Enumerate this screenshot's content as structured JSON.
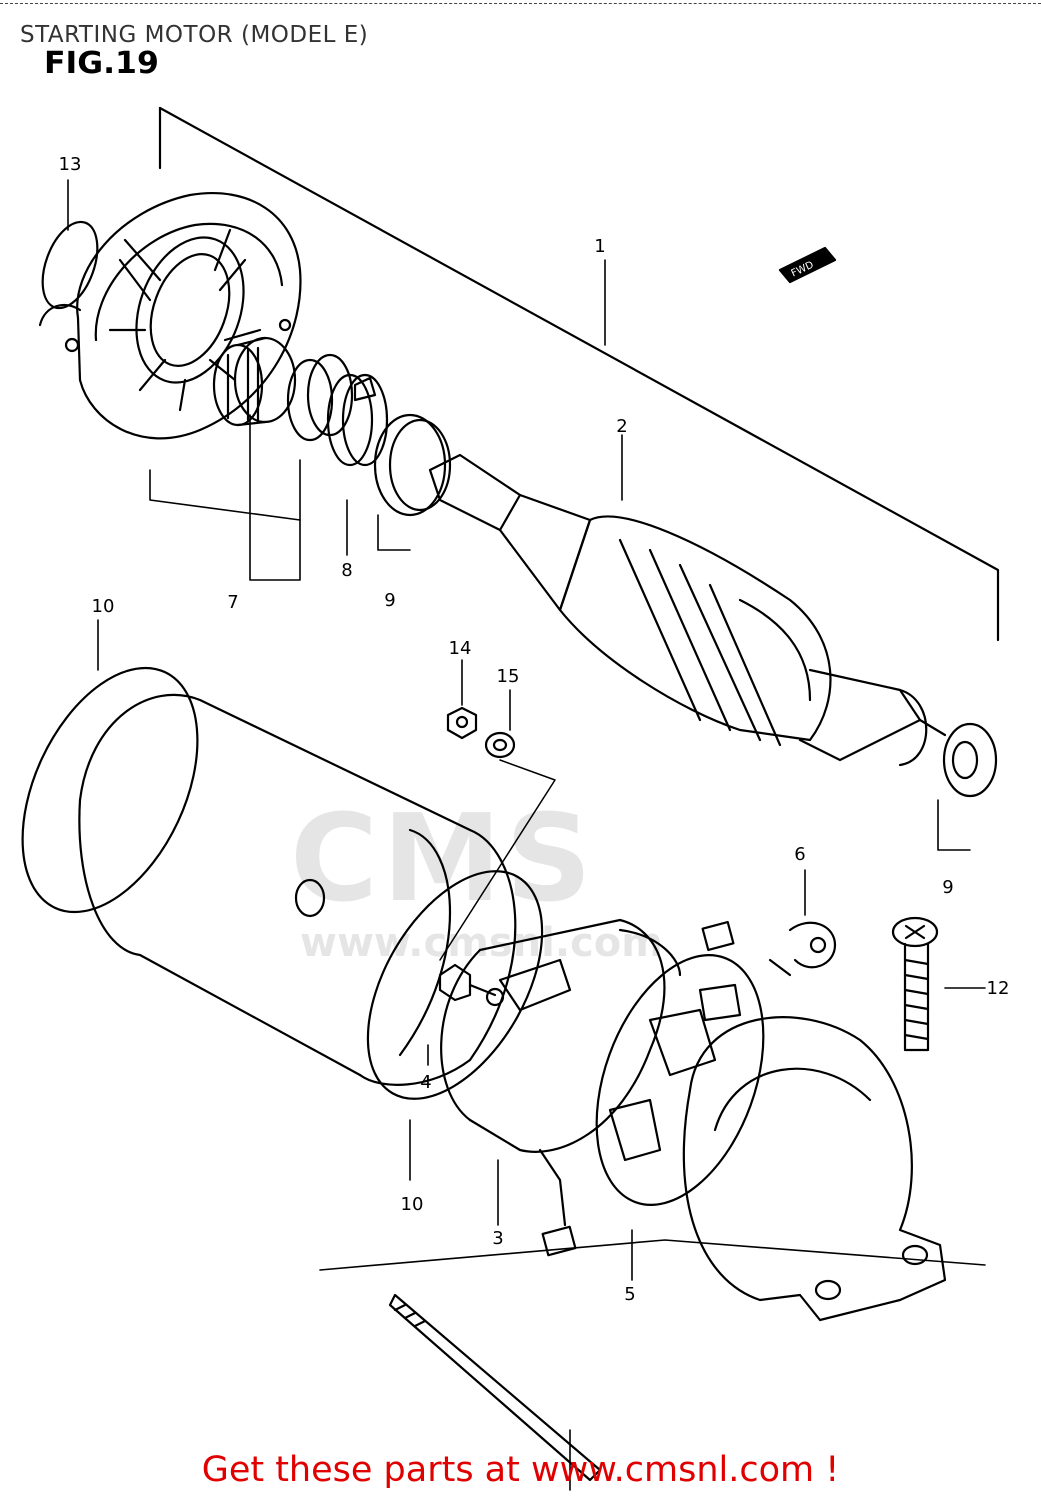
{
  "header": {
    "title": "STARTING MOTOR (MODEL E)",
    "figure": "FIG.19"
  },
  "fwd_mark": "FWD",
  "watermark": {
    "main": "CMS",
    "sub": "www.cmsnl.com"
  },
  "callouts": [
    {
      "id": "c1",
      "label": "1"
    },
    {
      "id": "c2",
      "label": "2"
    },
    {
      "id": "c3",
      "label": "3"
    },
    {
      "id": "c4",
      "label": "4"
    },
    {
      "id": "c5",
      "label": "5"
    },
    {
      "id": "c6",
      "label": "6"
    },
    {
      "id": "c7",
      "label": "7"
    },
    {
      "id": "c8",
      "label": "8"
    },
    {
      "id": "c9a",
      "label": "9"
    },
    {
      "id": "c9b",
      "label": "9"
    },
    {
      "id": "c10a",
      "label": "10"
    },
    {
      "id": "c10b",
      "label": "10"
    },
    {
      "id": "c12",
      "label": "12"
    },
    {
      "id": "c13",
      "label": "13"
    },
    {
      "id": "c14",
      "label": "14"
    },
    {
      "id": "c15",
      "label": "15"
    }
  ],
  "footer": {
    "text": "Get these parts at www.cmsnl.com !"
  }
}
